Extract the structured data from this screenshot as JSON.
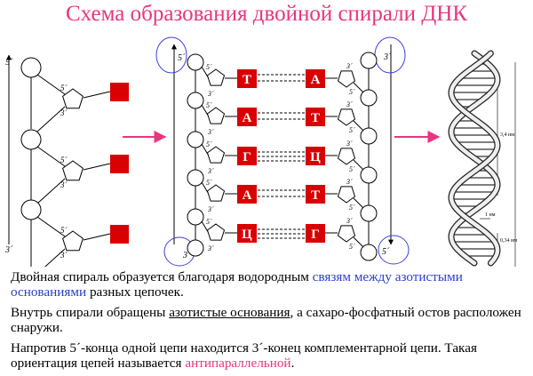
{
  "title": "Схема образования двойной спирали ДНК",
  "colors": {
    "title": "#e8357e",
    "arrow": "#e8357e",
    "base": "#d80000",
    "highlight": "#2b3fc8",
    "term": "#e8357e"
  },
  "labels": {
    "five_prime": "5´",
    "three_prime": "3´"
  },
  "left_strand": {
    "top_label": "5´",
    "bottom_label": "3´"
  },
  "middle": {
    "left_top": "5´",
    "left_bottom": "3´",
    "right_top": "3´",
    "right_bottom": "5´",
    "pairs": [
      {
        "left": "Т",
        "right": "А"
      },
      {
        "left": "А",
        "right": "Т"
      },
      {
        "left": "Г",
        "right": "Ц"
      },
      {
        "left": "А",
        "right": "Т"
      },
      {
        "left": "Ц",
        "right": "Г"
      }
    ]
  },
  "helix": {
    "pitch": "3,4 нм",
    "diameter": "1 нм",
    "step": "0,34 нм"
  },
  "text": {
    "p1_a": "Двойная спираль образуется благодаря водородным ",
    "p1_b": "связям между азотистыми ",
    "p1_c": "основаниями",
    "p1_d": " разных цепочек.",
    "p2_a": "Внутрь спирали обращены ",
    "p2_b": "азотистые основания",
    "p2_c": ", а сахаро-фосфатный остов расположен снаружи.",
    "p3_a": "Напротив 5´-конца одной цепи находится 3´-конец комплементарной цепи. Такая ориентация цепей называется ",
    "p3_b": "антипараллельной",
    "p3_c": "."
  }
}
